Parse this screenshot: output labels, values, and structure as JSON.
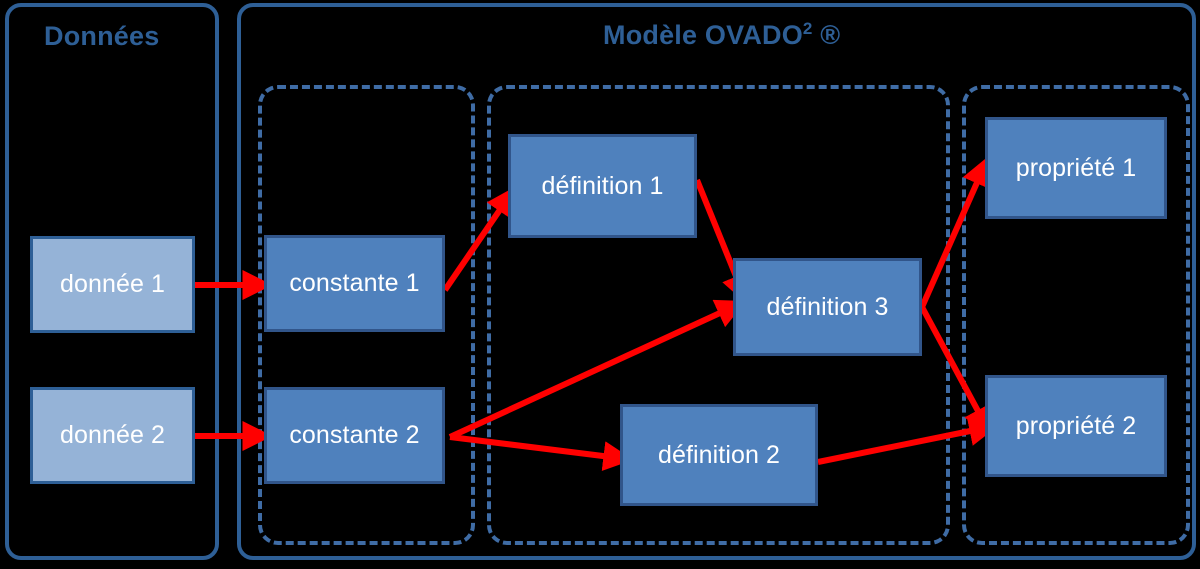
{
  "diagram": {
    "accent_border": "#2E5F96",
    "dashed_border": "#3F6CA5",
    "data_node_fill": "#95B3D7",
    "model_node_fill": "#4F81BD",
    "arrow_color": "#FF0000",
    "groups": {
      "data": {
        "title": "Données"
      },
      "model": {
        "title_main": "Modèle OVADO",
        "title_sup": "2",
        "title_suffix": "®"
      },
      "constantes": {
        "title": ""
      },
      "definitions": {
        "title": ""
      },
      "proprietes": {
        "title": ""
      }
    },
    "nodes": [
      {
        "id": "donnee1",
        "label": "donnée 1"
      },
      {
        "id": "donnee2",
        "label": "donnée 2"
      },
      {
        "id": "constante1",
        "label": "constante 1"
      },
      {
        "id": "constante2",
        "label": "constante 2"
      },
      {
        "id": "definition1",
        "label": "définition 1"
      },
      {
        "id": "definition2",
        "label": "définition 2"
      },
      {
        "id": "definition3",
        "label": "définition 3"
      },
      {
        "id": "propriete1",
        "label": "propriété 1"
      },
      {
        "id": "propriete2",
        "label": "propriété 2"
      }
    ],
    "edges": [
      {
        "from": "donnee1",
        "to": "constante1"
      },
      {
        "from": "donnee2",
        "to": "constante2"
      },
      {
        "from": "constante1",
        "to": "definition1"
      },
      {
        "from": "constante2",
        "to": "definition3"
      },
      {
        "from": "constante2",
        "to": "definition2"
      },
      {
        "from": "definition1",
        "to": "definition3"
      },
      {
        "from": "definition2",
        "to": "propriete2"
      },
      {
        "from": "definition3",
        "to": "propriete1"
      },
      {
        "from": "definition3",
        "to": "propriete2"
      }
    ]
  }
}
